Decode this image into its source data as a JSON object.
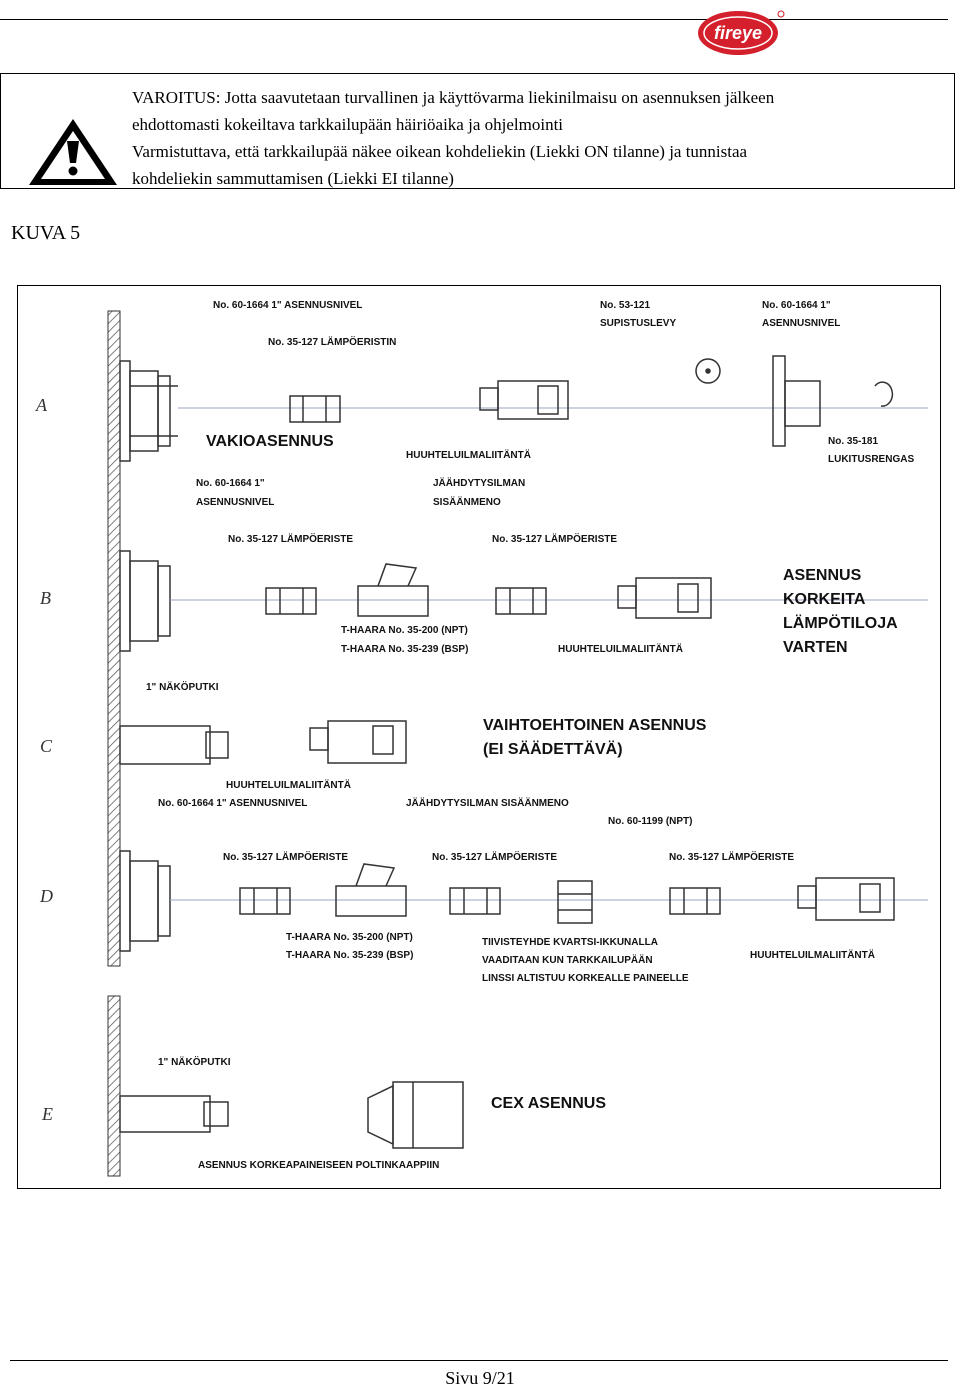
{
  "header": {
    "logo_text": "fireye",
    "logo_color": "#d4202c"
  },
  "warning": {
    "lines": [
      "VAROITUS:  Jotta saavutetaan turvallinen ja käyttövarma liekinilmaisu on asennuksen jälkeen",
      "ehdottomasti kokeiltava tarkkailupään häiriöaika ja ohjelmointi",
      "Varmistuttava, että tarkkailupää näkee oikean kohdeliekin (Liekki ON tilanne) ja tunnistaa",
      "kohdeliekin sammuttamisen (Liekki EI tilanne)"
    ]
  },
  "figure_label": "KUVA 5",
  "figure": {
    "row_letters": [
      "A",
      "B",
      "C",
      "D",
      "E"
    ],
    "labels": {
      "a_nivel": "No. 60-1664 1\" ASENNUSNIVEL",
      "a_eristin": "No. 35-127 LÄMPÖERISTIN",
      "a_supistus1": "No. 53-121",
      "a_supistus2": "SUPISTUSLEVY",
      "a_nivel2_1": "No. 60-1664 1\"",
      "a_nivel2_2": "ASENNUSNIVEL",
      "a_vakio": "VAKIOASENNUS",
      "a_huuhtelu": "HUUHTELUILMALIITÄNTÄ",
      "a_lukitus1": "No. 35-181",
      "a_lukitus2": "LUKITUSRENGAS",
      "b_nivel1": "No. 60-1664 1\"",
      "b_nivel2": "ASENNUSNIVEL",
      "b_jaahdytys1": "JÄÄHDYTYSILMAN",
      "b_jaahdytys2": "SISÄÄNMENO",
      "b_eriste1": "No. 35-127 LÄMPÖERISTE",
      "b_eriste2": "No. 35-127 LÄMPÖERISTE",
      "b_thaara1": "T-HAARA No. 35-200 (NPT)",
      "b_thaara2": "T-HAARA No. 35-239 (BSP)",
      "b_huuhtelu": "HUUHTELUILMALIITÄNTÄ",
      "b_title1": "ASENNUS",
      "b_title2": "KORKEITA",
      "b_title3": "LÄMPÖTILOJA",
      "b_title4": "VARTEN",
      "c_nakoputki": "1\" NÄKÖPUTKI",
      "c_title1": "VAIHTOEHTOINEN ASENNUS",
      "c_title2": "(EI SÄÄDETTÄVÄ)",
      "c_huuhtelu": "HUUHTELUILMALIITÄNTÄ",
      "d_nivel": "No. 60-1664 1\" ASENNUSNIVEL",
      "d_jaahdytys": "JÄÄHDYTYSILMAN SISÄÄNMENO",
      "d_npt": "No. 60-1199 (NPT)",
      "d_eriste1": "No. 35-127 LÄMPÖERISTE",
      "d_eriste2": "No. 35-127 LÄMPÖERISTE",
      "d_eriste3": "No. 35-127 LÄMPÖERISTE",
      "d_thaara1": "T-HAARA No. 35-200 (NPT)",
      "d_thaara2": "T-HAARA No. 35-239 (BSP)",
      "d_tiiviste1": "TIIVISTEYHDE KVARTSI-IKKUNALLA",
      "d_tiiviste2": "VAADITAAN KUN TARKKAILUPÄÄN",
      "d_tiiviste3": "LINSSI ALTISTUU KORKEALLE PAINEELLE",
      "d_huuhtelu": "HUUHTELUILMALIITÄNTÄ",
      "e_nakoputki": "1\" NÄKÖPUTKI",
      "e_title": "CEX ASENNUS",
      "e_bottom": "ASENNUS KORKEAPAINEISEEN POLTINKAAPPIIN"
    }
  },
  "footer": {
    "page": "Sivu 9/21"
  }
}
